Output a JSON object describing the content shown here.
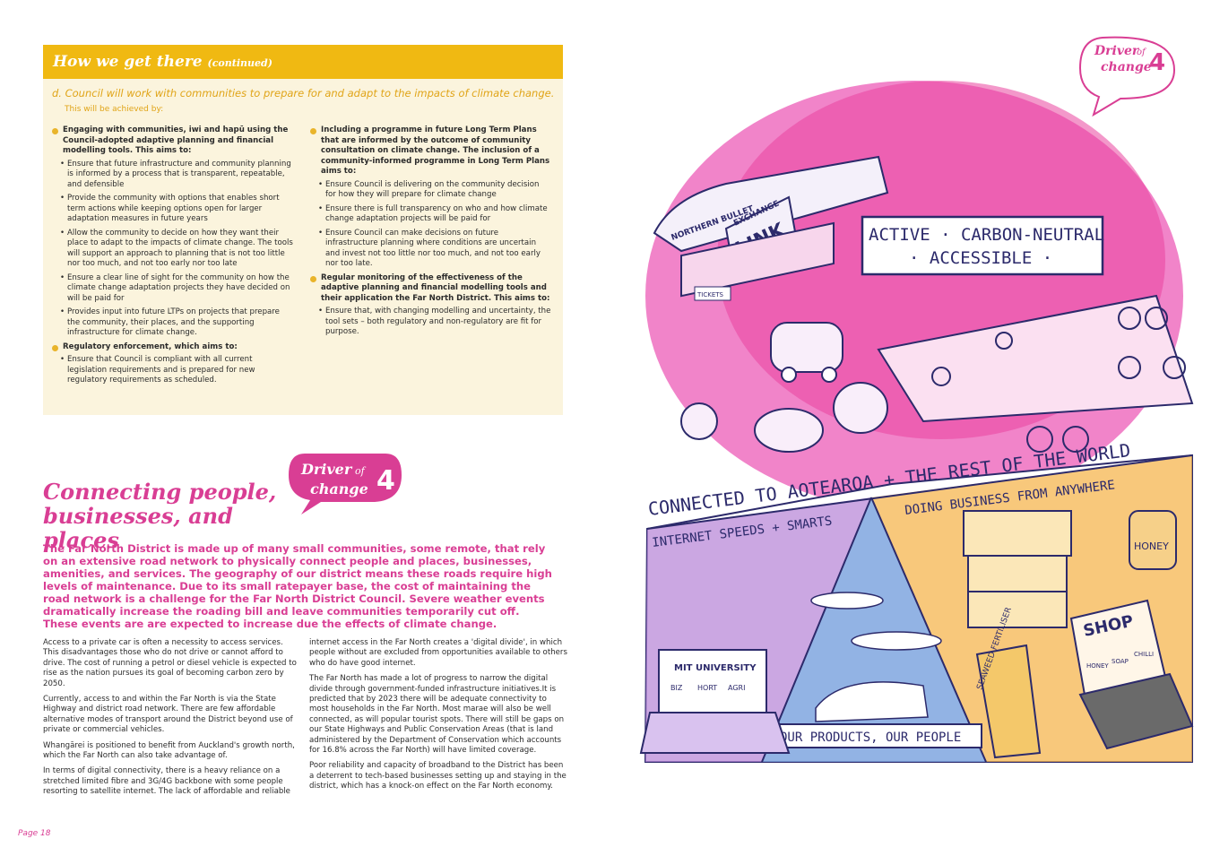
{
  "box": {
    "heading": "How we get there",
    "heading_suffix": "(continued)",
    "subheading": "d. Council will work with communities to prepare for and adapt to the impacts of climate change.",
    "note": "This will be achieved by:",
    "left_col": [
      {
        "bullet": "Engaging with communities, iwi and hapū using the Council-adopted adaptive planning and financial modelling tools. This aims to:",
        "subs": [
          "Ensure that future infrastructure and community planning is informed by a process that is transparent, repeatable, and defensible",
          "Provide the community with options that enables short term actions while keeping options open for larger adaptation measures in future years",
          "Allow the community to decide on how they want their place to adapt to the impacts of climate change. The tools will support an approach to planning that is not too little nor too much, and not too early nor too late",
          "Ensure a clear line of sight for the community on how the climate change adaptation projects they have decided on will be paid for",
          "Provides input into future LTPs on projects that prepare the community, their places, and the supporting infrastructure for climate change."
        ]
      },
      {
        "bullet": "Regulatory enforcement, which aims to:",
        "subs": [
          "Ensure that Council is compliant with all current legislation requirements and is prepared for new regulatory requirements as scheduled."
        ]
      }
    ],
    "right_col": [
      {
        "bullet": "Including a programme in future Long Term Plans that are informed by the outcome of community consultation on climate change. The inclusion of a community-informed programme in Long Term Plans aims to:",
        "subs": [
          "Ensure Council is delivering on the community decision for how they will prepare for climate change",
          "Ensure there is full transparency on who and how climate change adaptation projects will be paid for",
          "Ensure Council can make decisions on future infrastructure planning where conditions are uncertain and invest not too little nor too much, and not too early nor too late."
        ]
      },
      {
        "bullet": "Regular monitoring of the effectiveness of the adaptive planning and financial modelling tools and their application the Far North District. This aims to:",
        "subs": [
          "Ensure that, with changing modelling and uncertainty, the tool sets – both regulatory and non-regulatory are fit for purpose."
        ]
      }
    ]
  },
  "section": {
    "title_line1": "Connecting people,",
    "title_line2": "businesses, and places",
    "bubble_driver": "Driver",
    "bubble_of": "of",
    "bubble_change": "change",
    "bubble_num": "4",
    "intro": "The Far North District is made up of many small communities, some remote, that rely on an extensive road network to physically connect people and places, businesses, amenities, and services. The geography of our district means these roads require high levels of maintenance. Due to its small ratepayer base, the cost of maintaining the road network is a challenge for the Far North District Council. Severe weather events dramatically increase the roading bill and leave communities temporarily cut off. These events are are expected to increase due the effects of climate change.",
    "col1": [
      "Access to a private car is often a necessity to access services. This disadvantages those who do not drive or cannot afford to drive. The cost of running a petrol or diesel vehicle is expected to rise as the nation pursues its goal of becoming carbon zero by 2050.",
      "Currently, access to and within the Far North is via the State Highway and district road network. There are few affordable alternative modes of transport around the District beyond use of private or commercial vehicles.",
      "Whangārei is positioned to benefit from Auckland's growth north, which the Far North can also take advantage of.",
      "In terms of digital connectivity, there is a heavy reliance on a stretched limited fibre and 3G/4G backbone with some people resorting to satellite internet. The lack of affordable and reliable"
    ],
    "col2": [
      "internet access in the Far North creates a 'digital divide', in which people without are excluded from opportunities available to others who do have good internet.",
      "The Far North has made a lot of progress to narrow the digital divide through government-funded infrastructure initiatives.It is predicted that by 2023 there will be adequate connectivity to most households in the Far North. Most marae will also be well connected, as will popular tourist spots. There will still be gaps on our State Highways and Public Conservation Areas (that is land administered by the Department of Conservation which accounts for 16.8% across the Far North) will have limited coverage.",
      "Poor reliability and capacity of broadband to the District has been a deterrent to tech-based businesses setting up and staying in the district, which has a knock-on effect on the Far North economy."
    ]
  },
  "page_number": "Page 18",
  "illustration": {
    "bubble_driver": "Driver",
    "bubble_of": "of",
    "bubble_change": "change",
    "bubble_num": "4",
    "sign_line1": "ACTIVE · CARBON-NEUTRAL",
    "sign_line2": "· ACCESSIBLE ·",
    "train_label": "NORTHERN BULLET",
    "station_top": "EXCHANGE",
    "station_main": "LINK",
    "tickets": "TICKETS",
    "banner": "CONNECTED TO AOTEAROA + THE REST OF THE WORLD",
    "panel_left": "INTERNET SPEEDS + SMARTS",
    "panel_right": "DOING BUSINESS FROM ANYWHERE",
    "panel_bottom": "OUR PRODUCTS, OUR PEOPLE",
    "laptop_title": "MIT UNIVERSITY",
    "laptop_tabs": [
      "BIZ",
      "HORT",
      "AGRI"
    ],
    "honey": "HONEY",
    "shop": "SHOP",
    "fertiliser": "SEAWEED FERTILISER",
    "jars": [
      "HONEY",
      "SOAP",
      "CHILLI"
    ]
  },
  "colors": {
    "pink": "#d93e94",
    "yellow": "#f0b912",
    "cream": "#fbf4dd"
  }
}
